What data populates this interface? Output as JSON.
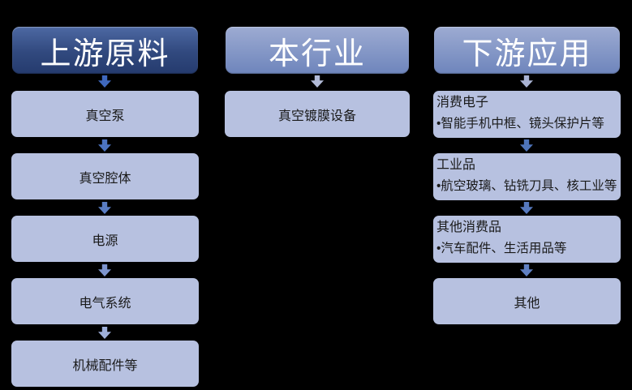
{
  "diagram": {
    "colors": {
      "background": "#000000",
      "box_fill": "#b7c1e0",
      "text": "#1a1a1a",
      "header_text": "#ffffff",
      "header_dark_top": "#4d69a3",
      "header_dark_mid": "#31497e",
      "header_dark_bottom": "#253b6e",
      "header_light_top": "#9dabd2",
      "header_light_bottom": "#6e85bc"
    },
    "columns": [
      {
        "header": "上游原料",
        "items": [
          {
            "label": "真空泵"
          },
          {
            "label": "真空腔体"
          },
          {
            "label": "电源"
          },
          {
            "label": "电气系统"
          },
          {
            "label": "机械配件等"
          }
        ],
        "arrow_colors": [
          "#3f68bd",
          "#4c74c2",
          "#5a7dc3",
          "#7e95cd",
          "#9fb0da"
        ]
      },
      {
        "header": "本行业",
        "items": [
          {
            "label": "真空镀膜设备"
          }
        ],
        "arrow_colors": [
          "#b2bbd8"
        ]
      },
      {
        "header": "下游应用",
        "items": [
          {
            "title": "消费电子",
            "bullet": "•智能手机中框、镜头保护片等"
          },
          {
            "title": "工业品",
            "bullet": "•航空玻璃、钻铣刀具、核工业等"
          },
          {
            "title": "其他消费品",
            "bullet": "•汽车配件、生活用品等"
          },
          {
            "label": "其他"
          }
        ],
        "arrow_colors": [
          "#a9b3d3",
          "#4e74ba",
          "#5679be",
          "#6080c2"
        ]
      }
    ]
  }
}
